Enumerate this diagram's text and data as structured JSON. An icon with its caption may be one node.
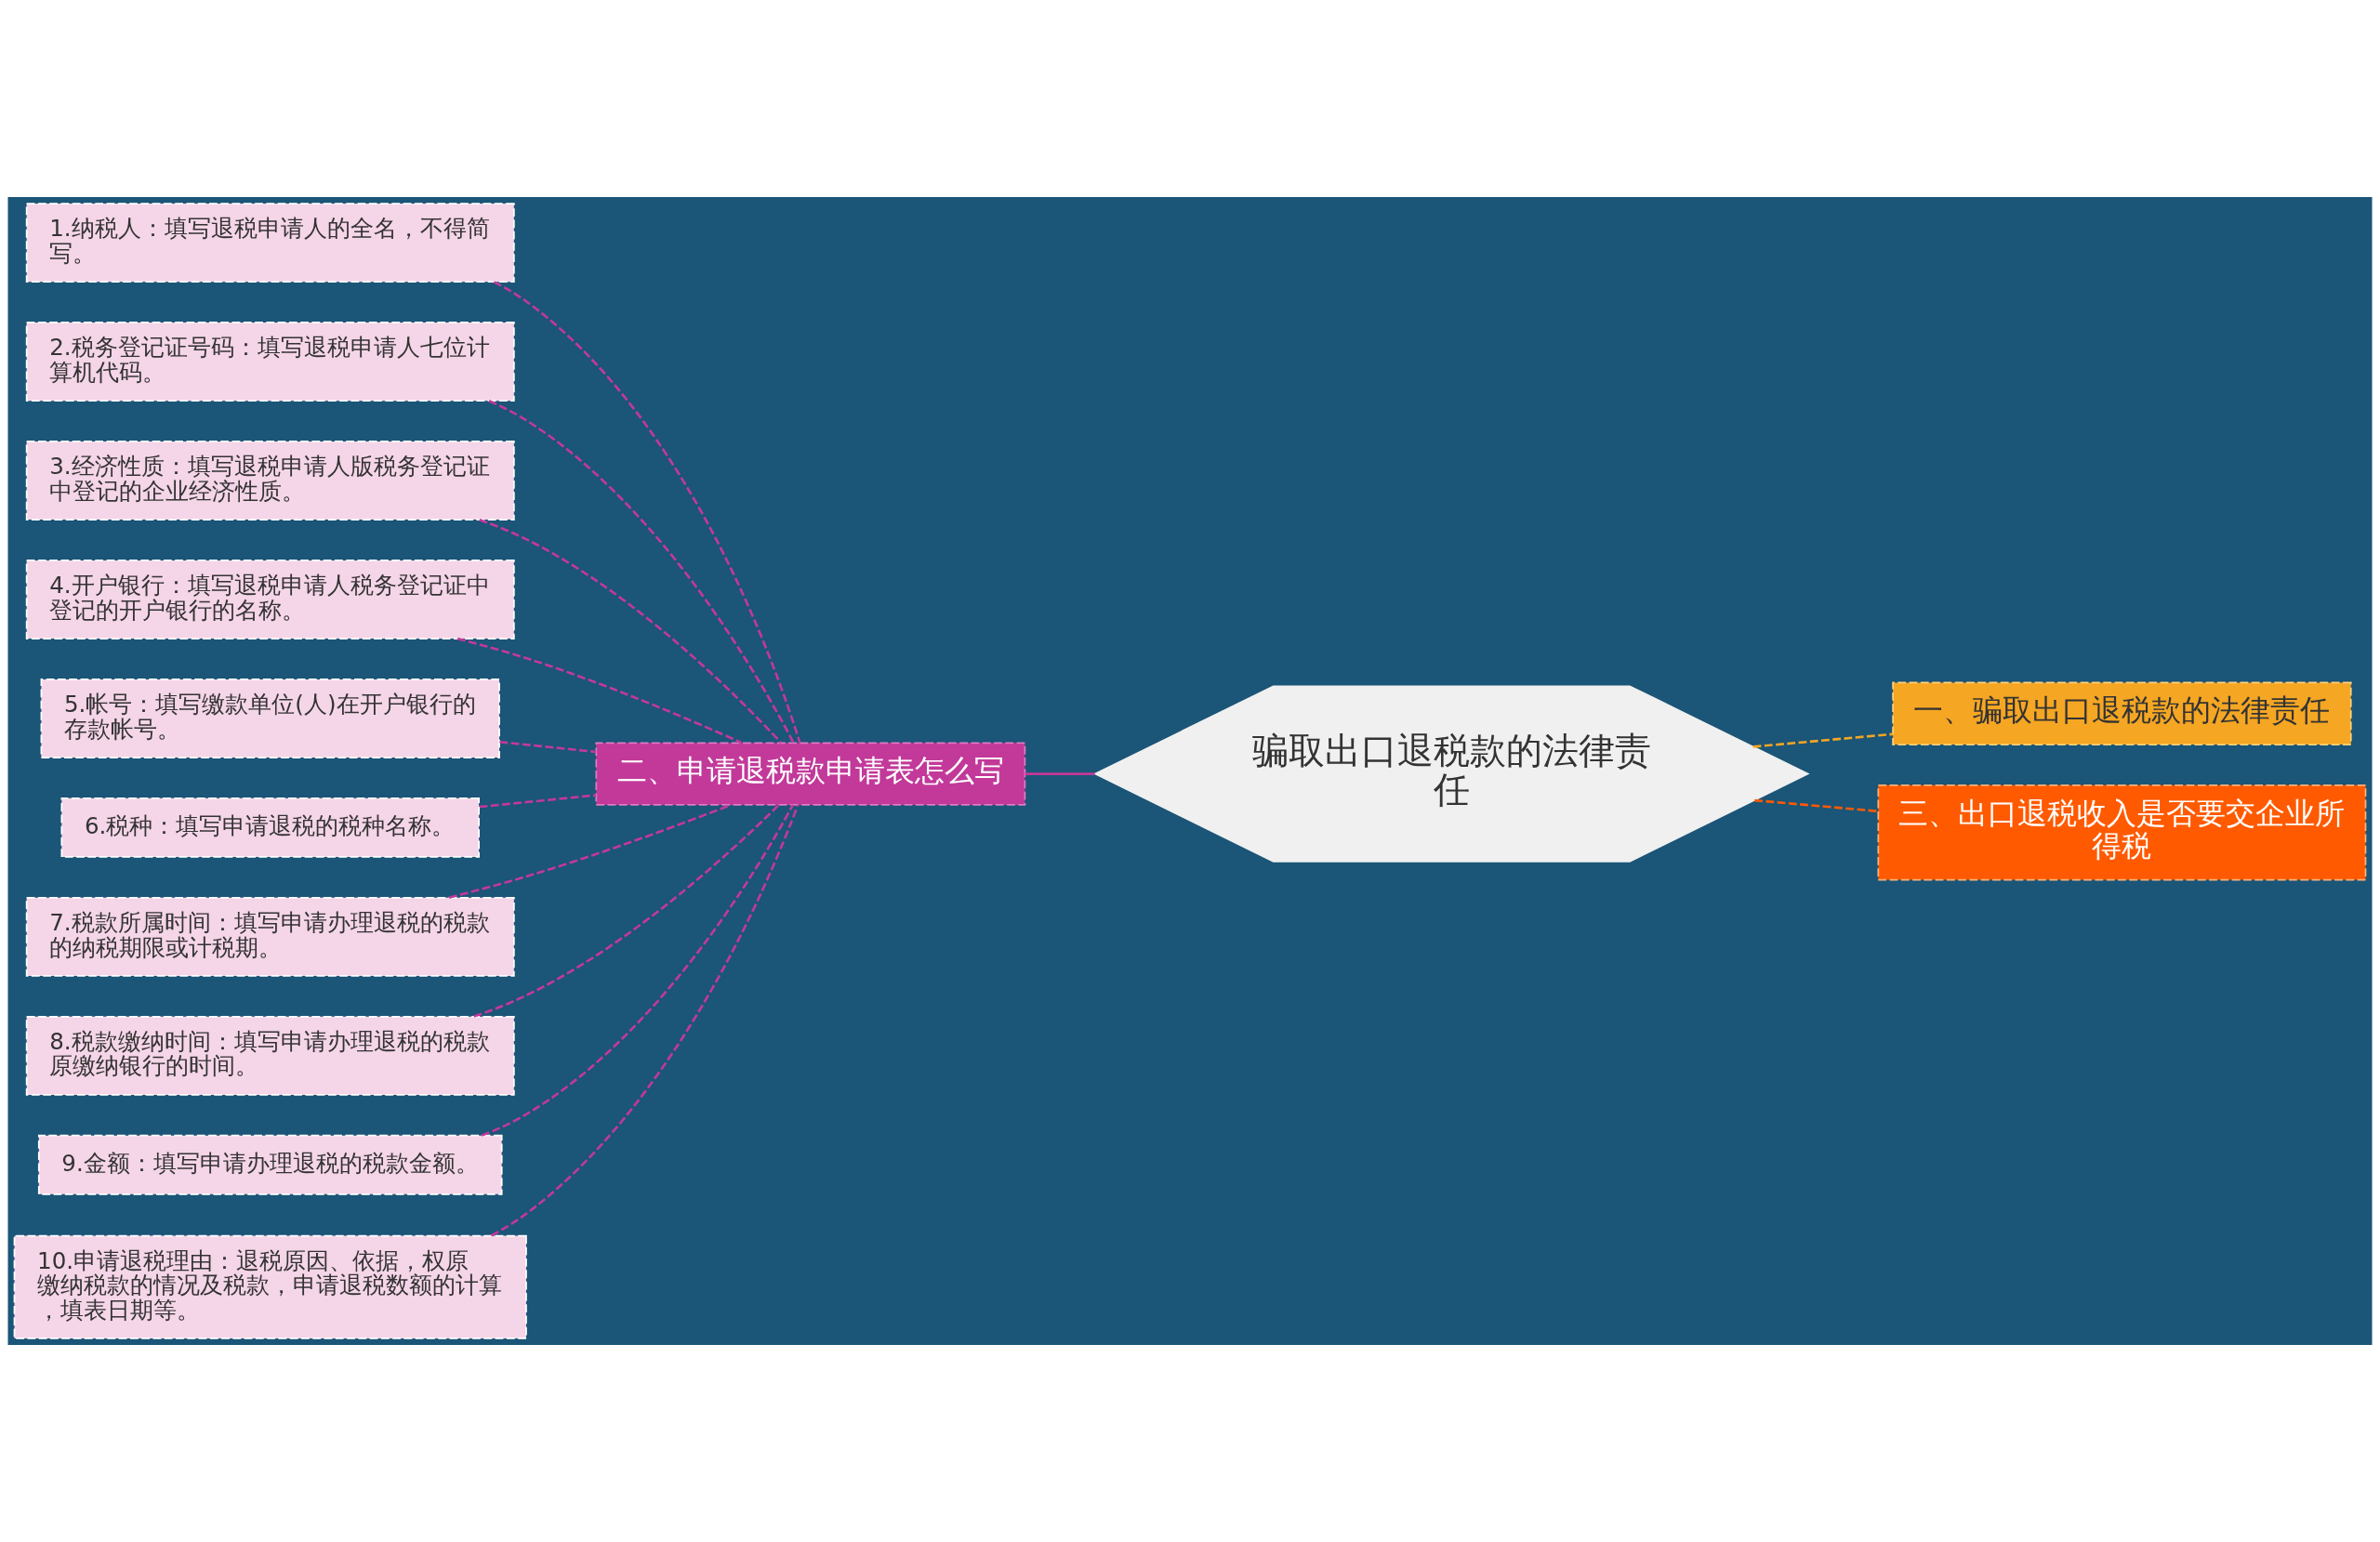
{
  "diagram": {
    "nodes": [
      {
        "text": [
          "骗取出口退税款的法律责任"
        ]
      },
      {
        "text": [
          "一、骗取出口退税款的法律责任"
        ]
      },
      {
        "text": [
          "三、出口退税收入是否要交企业所得税"
        ]
      },
      {
        "text": [
          "二、申请退税款申请表怎么写"
        ]
      },
      {
        "text": [
          "1.纳税人：填写退税申请人的全名，不得简写。"
        ]
      },
      {
        "text": [
          "2.税务登记证号码：填写退税申请人七位计算机代码。"
        ]
      },
      {
        "text": [
          "3.经济性质：填写退税申请人版税务登记证中登记的企业经济性质。"
        ]
      },
      {
        "text": [
          "4.开户银行：填写退税申请人税务登记证中登记的开户银行的名称。"
        ]
      },
      {
        "text": [
          "5.帐号：填写缴款单位(人)在开户银行的存款帐号。"
        ]
      },
      {
        "text": [
          "6.税种：填写申请退税的税种名称。"
        ]
      },
      {
        "text": [
          "7.税款所属时间：填写申请办理退税的税款的纳税期限或计税期。"
        ]
      },
      {
        "text": [
          "8.税款缴纳时间：填写申请办理退税的税款原缴纳银行的时间。"
        ]
      },
      {
        "text": [
          "9.金额：填写申请办理退税的税款金额。"
        ]
      },
      {
        "text": [
          "10.申请退税理由：退税原因、依据，权原缴纳税款的情况及税款，申请退税数额的计算，填表日期等。"
        ]
      }
    ],
    "edges": [
      {
        "from": 0,
        "to": 1,
        "arrow": "none",
        "style": "dashed",
        "color": "#f5a623"
      },
      {
        "from": 0,
        "to": 2,
        "arrow": "none",
        "style": "dashed",
        "color": "#ff5a00"
      },
      {
        "from": 0,
        "to": 3,
        "arrow": "none"
      },
      {
        "from": 3,
        "to": 4,
        "arrow": "none",
        "style": "dashed"
      },
      {
        "from": 3,
        "to": 5,
        "arrow": "none",
        "style": "dashed"
      },
      {
        "from": 3,
        "to": 6,
        "arrow": "none",
        "style": "dashed"
      },
      {
        "from": 3,
        "to": 7,
        "arrow": "none",
        "style": "dashed"
      },
      {
        "from": 3,
        "to": 8,
        "arrow": "none",
        "style": "dashed"
      },
      {
        "from": 3,
        "to": 9,
        "arrow": "none",
        "style": "dashed"
      },
      {
        "from": 3,
        "to": 10,
        "arrow": "none",
        "style": "dashed"
      },
      {
        "from": 3,
        "to": 11,
        "arrow": "none",
        "style": "dashed"
      },
      {
        "from": 3,
        "to": 12,
        "arrow": "none",
        "style": "dashed"
      },
      {
        "from": 3,
        "to": 13,
        "arrow": "none",
        "style": "dashed"
      }
    ]
  }
}
